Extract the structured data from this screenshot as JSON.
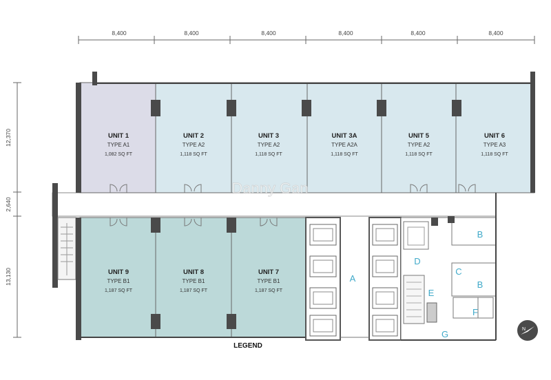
{
  "dimensions": {
    "top": [
      "8,400",
      "8,400",
      "8,400",
      "8,400",
      "8,400",
      "8,400"
    ],
    "left": [
      "12,370",
      "2,640",
      "13,130"
    ]
  },
  "units": [
    {
      "name": "UNIT 1",
      "type": "TYPE A1",
      "size": "1,082 SQ FT",
      "color": "#dcdce8"
    },
    {
      "name": "UNIT 2",
      "type": "TYPE A2",
      "size": "1,118 SQ FT",
      "color": "#d8e8ee"
    },
    {
      "name": "UNIT 3",
      "type": "TYPE A2",
      "size": "1,118 SQ FT",
      "color": "#d8e8ee"
    },
    {
      "name": "UNIT 3A",
      "type": "TYPE A2A",
      "size": "1,118 SQ FT",
      "color": "#d8e8ee"
    },
    {
      "name": "UNIT 5",
      "type": "TYPE A2",
      "size": "1,118 SQ FT",
      "color": "#d8e8ee"
    },
    {
      "name": "UNIT 6",
      "type": "TYPE A3",
      "size": "1,118 SQ FT",
      "color": "#d8e8ee"
    },
    {
      "name": "UNIT 9",
      "type": "TYPE B1",
      "size": "1,187 SQ FT",
      "color": "#bcd9d9"
    },
    {
      "name": "UNIT 8",
      "type": "TYPE B1",
      "size": "1,187 SQ FT",
      "color": "#bcd9d9"
    },
    {
      "name": "UNIT 7",
      "type": "TYPE B1",
      "size": "1,187 SQ FT",
      "color": "#bcd9d9"
    }
  ],
  "zones": [
    "A",
    "B",
    "B",
    "C",
    "D",
    "E",
    "F",
    "G"
  ],
  "legend_label": "LEGEND",
  "watermark": "Danny Gan",
  "compass_label": "N",
  "colors": {
    "zone_letters": "#3fa9c9",
    "walls": "#4a4a4a"
  }
}
